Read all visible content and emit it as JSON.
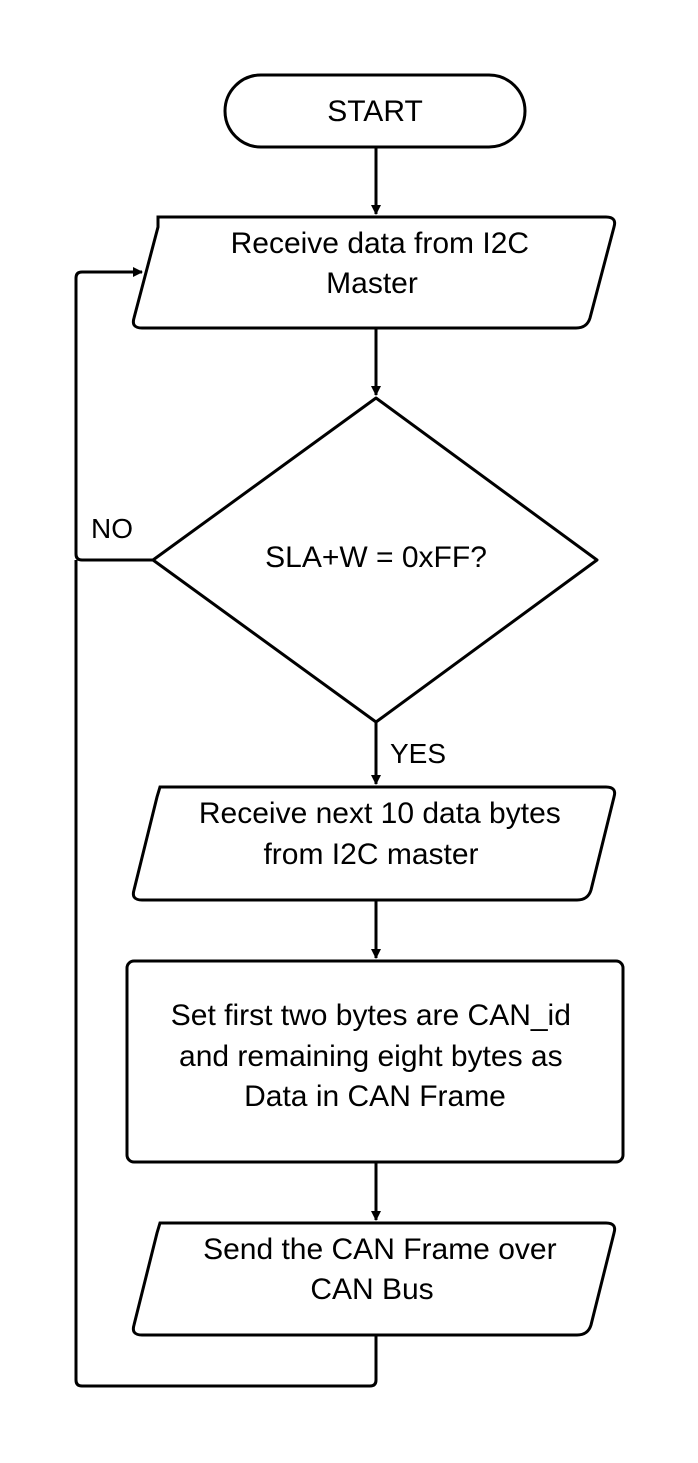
{
  "colors": {
    "stroke": "#000000",
    "background": "#ffffff",
    "text": "#000000"
  },
  "nodes": {
    "start": {
      "lines": [
        "START"
      ]
    },
    "receive_data": {
      "lines": [
        "Receive data from I2C",
        "Master"
      ]
    },
    "decision": {
      "lines": [
        "SLA+W = 0xFF?"
      ]
    },
    "receive_next": {
      "lines": [
        "Receive next 10 data bytes",
        "from I2C master"
      ]
    },
    "set_bytes": {
      "lines": [
        "Set first two bytes are CAN_id",
        "and remaining eight bytes as",
        "Data in CAN Frame"
      ]
    },
    "send_frame": {
      "lines": [
        "Send the CAN Frame over",
        "CAN Bus"
      ]
    }
  },
  "edge_labels": {
    "no": "NO",
    "yes": "YES"
  }
}
